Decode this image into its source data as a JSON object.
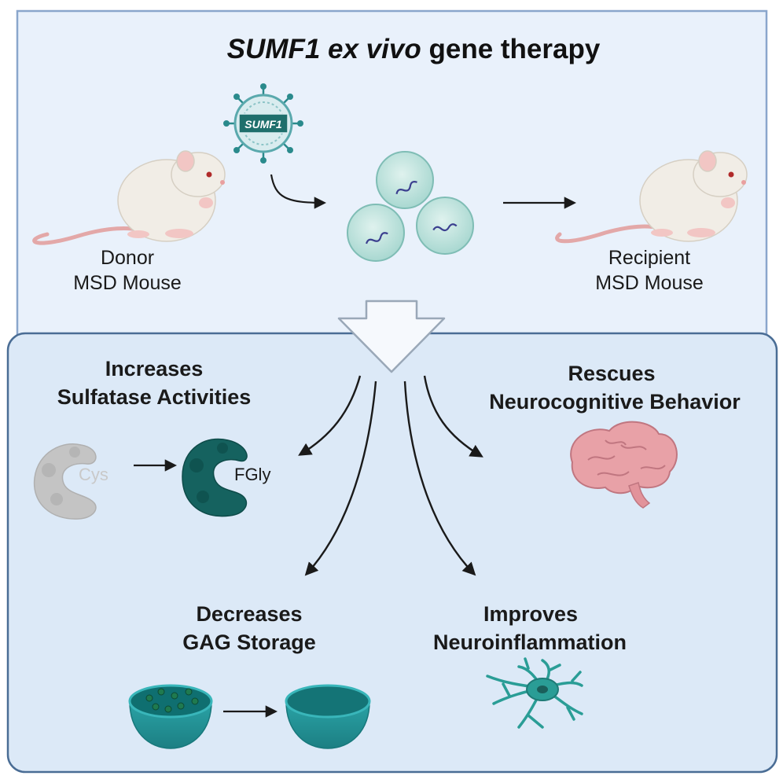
{
  "title": {
    "gene": "SUMF1",
    "method": "ex vivo",
    "rest": "gene therapy"
  },
  "virus_label": "SUMF1",
  "donor": {
    "line1": "Donor",
    "line2": "MSD Mouse"
  },
  "recipient": {
    "line1": "Recipient",
    "line2": "MSD Mouse"
  },
  "outcomes": {
    "sulfatase": {
      "line1": "Increases",
      "line2": "Sulfatase Activities",
      "before_label": "Cys",
      "after_label": "FGly"
    },
    "behavior": {
      "line1": "Rescues",
      "line2": "Neurocognitive Behavior"
    },
    "gag": {
      "line1": "Decreases",
      "line2": "GAG Storage"
    },
    "inflammation": {
      "line1": "Improves",
      "line2": "Neuroinflammation"
    }
  },
  "colors": {
    "top_panel_bg": "#e9f1fb",
    "top_panel_border": "#8aa6cc",
    "bottom_panel_bg": "#dce9f7",
    "bottom_panel_border": "#4a6d95",
    "teal_dark": "#13625f",
    "teal": "#2aa3a6",
    "gray_enzyme": "#bdbdbd",
    "brain": "#e8a1a7",
    "mouse_body": "#f1ede6"
  },
  "icons": [
    "mouse-icon",
    "virus-icon",
    "cell-icon",
    "enzyme-icon",
    "brain-icon",
    "bowl-icon",
    "microglia-icon",
    "arrow-icon"
  ]
}
